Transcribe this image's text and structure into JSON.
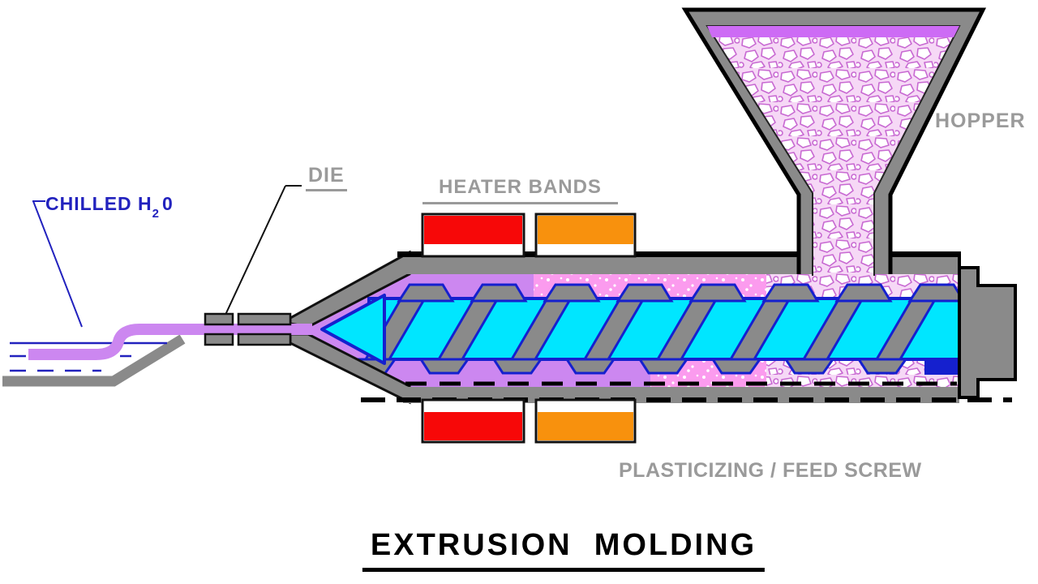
{
  "title": {
    "text": "EXTRUSION  MOLDING"
  },
  "labels": {
    "hopper": "HOPPER",
    "die": "DIE",
    "heater_bands": "HEATER BANDS",
    "feed_screw": "PLASTICIZING / FEED SCREW",
    "chilled_water_prefix": "CHILLED H",
    "chilled_water_sub": "2",
    "chilled_water_suffix": "0"
  },
  "colors": {
    "melt_violet": "#CC87F0",
    "pellet_pink": "#FB9BEE",
    "screw_cyan": "#00E6FF",
    "outline_blue": "#1520CE",
    "machine_gray": "#8A8A8A",
    "label_gray": "#9A9A9A",
    "heater_red": "#F70808",
    "heater_orange": "#F8910D",
    "water_blue": "#2222BE",
    "title_black": "#000000"
  }
}
